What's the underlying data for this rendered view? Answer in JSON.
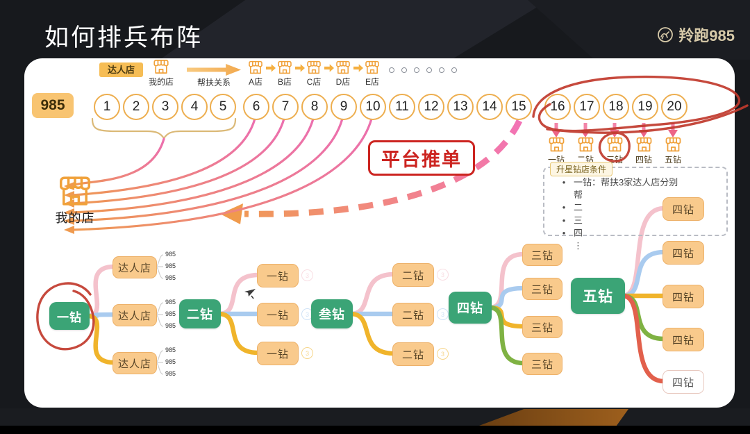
{
  "slide": {
    "title": "如何排兵布阵"
  },
  "logo": {
    "text": "羚跑985",
    "icon": "antelope-icon"
  },
  "top_row": {
    "expert_store_badge": "达人店",
    "my_store_label": "我的店",
    "relation_label": "帮扶关系",
    "chain_stores": [
      "A店",
      "B店",
      "C店",
      "D店",
      "E店"
    ],
    "ellipsis_dot_count": 6
  },
  "badge_985": "985",
  "numbers": [
    1,
    2,
    3,
    4,
    5,
    6,
    7,
    8,
    9,
    10,
    11,
    12,
    13,
    14,
    15,
    16,
    17,
    18,
    19,
    20
  ],
  "star_stores": [
    "一钻",
    "二钻",
    "三钻",
    "四钻",
    "五钻"
  ],
  "platform_push_label": "平台推单",
  "upgrade_box": {
    "title": "升星钻店条件",
    "bullets": [
      {
        "bullet": true,
        "text": "一钻：帮扶3家达人店分别"
      },
      {
        "bullet": false,
        "text": "帮"
      },
      {
        "bullet": true,
        "text": "二"
      },
      {
        "bullet": true,
        "text": "三"
      },
      {
        "bullet": true,
        "text": "四"
      },
      {
        "bullet": false,
        "text": "⋮"
      }
    ]
  },
  "my_store_big_label": "我的店",
  "mindmap": {
    "groups": [
      {
        "parent": "一钻",
        "children": [
          {
            "label": "达人店",
            "subs": [
              "985",
              "985",
              "985"
            ]
          },
          {
            "label": "达人店",
            "subs": [
              "985",
              "985",
              "985"
            ]
          },
          {
            "label": "达人店",
            "subs": [
              "985",
              "985",
              "985"
            ]
          }
        ]
      },
      {
        "parent": "二钻",
        "children": [
          {
            "label": "一钻",
            "badge": "3"
          },
          {
            "label": "一钻",
            "badge": "3"
          },
          {
            "label": "一钻",
            "badge": "3"
          }
        ]
      },
      {
        "parent": "叁钻",
        "children": [
          {
            "label": "二钻",
            "badge": "3"
          },
          {
            "label": "二钻",
            "badge": "3"
          },
          {
            "label": "二钻",
            "badge": "3"
          }
        ]
      },
      {
        "parent": "四钻",
        "children": [
          {
            "label": "三钻"
          },
          {
            "label": "三钻"
          },
          {
            "label": "三钻"
          },
          {
            "label": "三钻"
          }
        ]
      },
      {
        "parent": "五钻",
        "children": [
          {
            "label": "四钻"
          },
          {
            "label": "四钻"
          },
          {
            "label": "四钻"
          },
          {
            "label": "四钻"
          },
          {
            "label": "四钻",
            "variant": "outline"
          }
        ]
      }
    ]
  },
  "colors": {
    "accent_orange": "#F0A33C",
    "circle_border": "#EDAE4F",
    "node_green": "#3BA476",
    "child_fill": "#F9CA8C",
    "annotation_red": "#C13A2D",
    "push_red": "#CC2420",
    "dashed_pink": "#F273B5",
    "dashed_orange": "#F09A52",
    "branch_pink": "#F4C2CC",
    "branch_blue": "#A9CBEF",
    "branch_yellow": "#F0B42B",
    "branch_green": "#7FB243",
    "branch_red": "#E2604C"
  }
}
